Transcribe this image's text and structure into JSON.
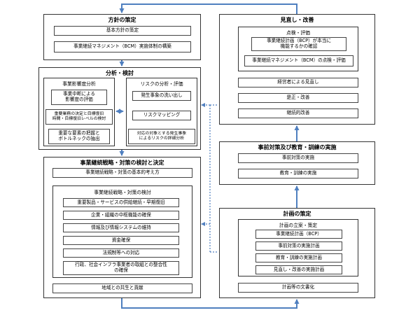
{
  "policy": {
    "title": "方針の策定",
    "items": [
      "基本方針の策定",
      "事業継続マネジメント（BCM）実施体制の構築"
    ]
  },
  "analysis": {
    "title": "分析・検討",
    "bia": {
      "title": "事業影響度分析",
      "items": [
        "事業中断による\n影響度の評価",
        "重要業務の決定と目標復旧\n時間・目標復旧レベルの検討",
        "重要な要素の把握と\nボトルネックの抽出"
      ]
    },
    "risk": {
      "title": "リスクの分析・評価",
      "items": [
        "発生事象の洗い出し",
        "リスクマッピング",
        "対応の対象とする発生事象\nによるリスクの詳細分析"
      ]
    }
  },
  "strategy": {
    "title": "事業継続戦略・対策の検討と決定",
    "basic": "事業継続戦略・対策の基本的考え方",
    "group": {
      "title": "事業継続戦略・対策の検討",
      "items": [
        "重要製品・サービスの供給継続・早期復旧",
        "企業・組織の中枢機能の確保",
        "情報及び情報システムの維持",
        "資金確保",
        "法規制等への対応",
        "行政、社会インフラ事業者の取組との整合性\nの確保"
      ]
    },
    "community": "地域との共生と貢献"
  },
  "review": {
    "title": "見直し・改善",
    "check": {
      "title": "点検・評価",
      "items": [
        "事業継続計画（BCP）が本当に\n機能するかの確認",
        "事業継続マネジメント（BCM）の点検・評価"
      ]
    },
    "items": [
      "経営者による見直し",
      "是正・改善",
      "継続的改善"
    ]
  },
  "implementation": {
    "title": "事前対策及び教育・訓練の実施",
    "items": [
      "事前対策の実施",
      "教育・訓練の実施"
    ]
  },
  "plan": {
    "title": "計画の策定",
    "group": {
      "title": "計画の立案・策定",
      "items": [
        "事業継続計画（BCP）",
        "事前対策の実施計画",
        "教育・訓練の実施計画",
        "見直し・改善の実施計画"
      ]
    },
    "doc": "計画等の文書化"
  },
  "colors": {
    "arrow": "#4f7fbf",
    "border": "#333333"
  }
}
